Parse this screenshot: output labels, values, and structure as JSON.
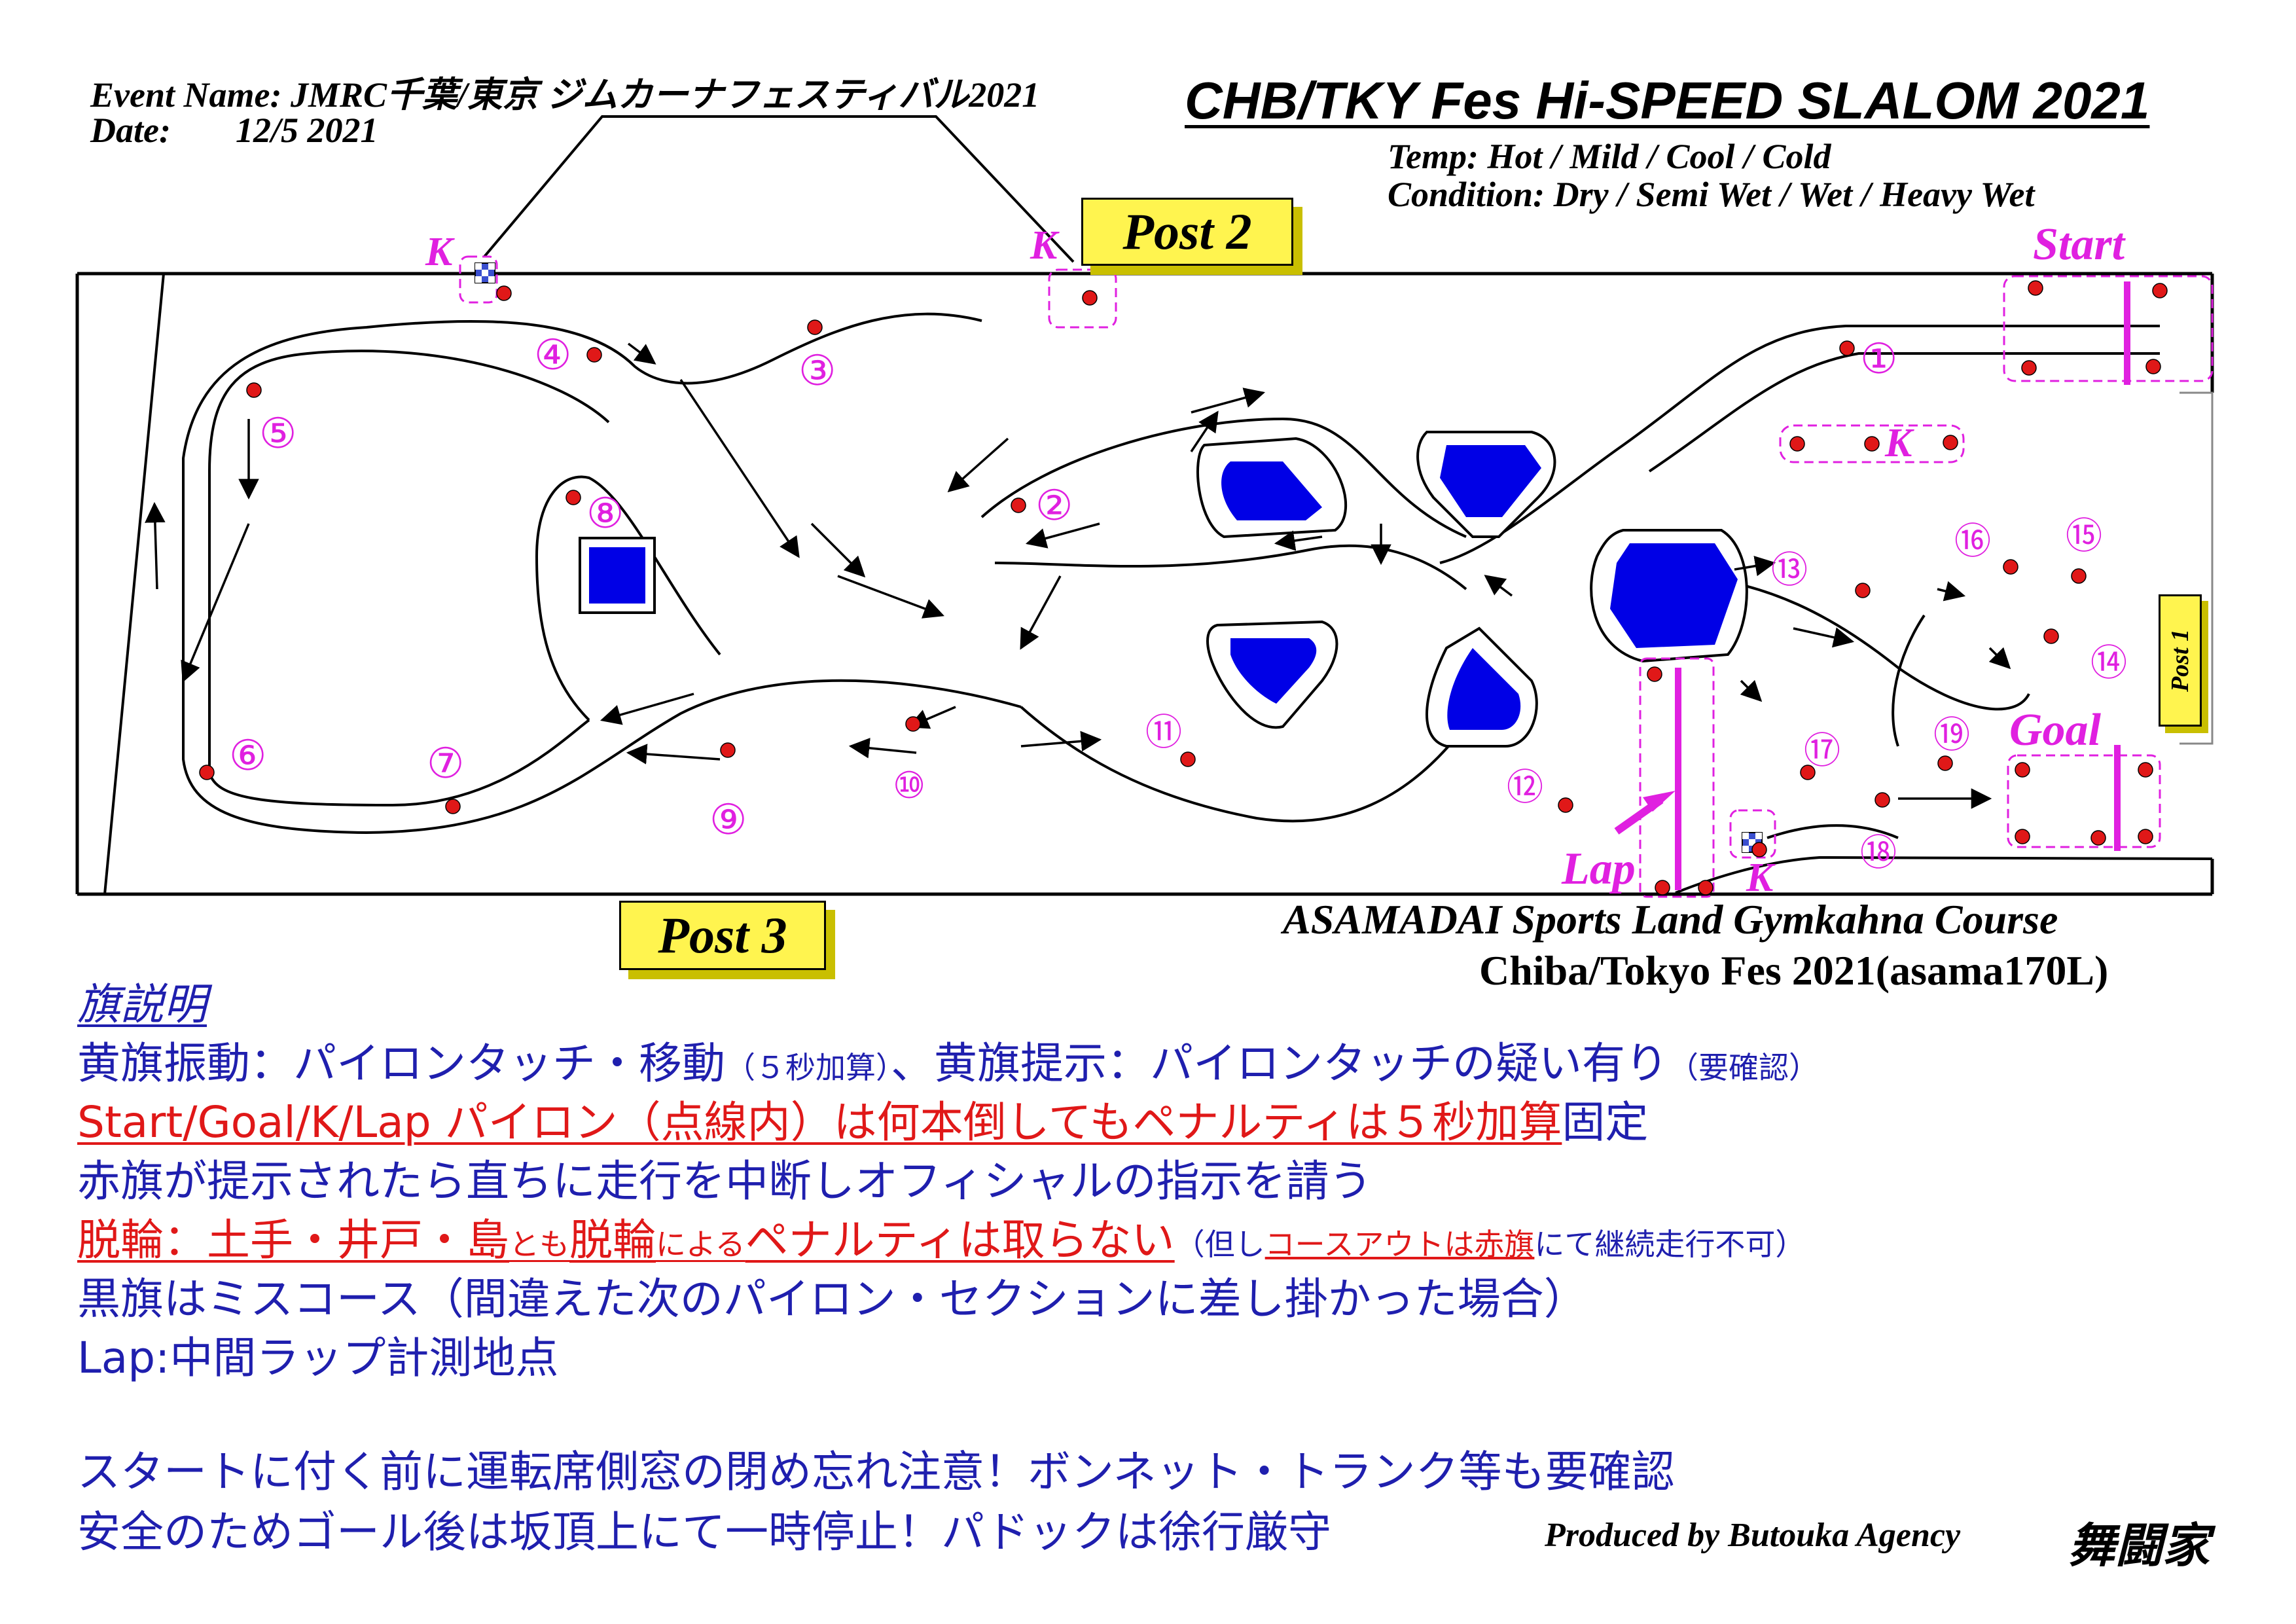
{
  "header": {
    "event_line": "Event Name: JMRC千葉/東京 ジムカーナフェスティバル2021",
    "date_label": "Date:",
    "date_value": "12/5  2021",
    "title": "CHB/TKY Fes Hi-SPEED SLALOM 2021",
    "temp": "Temp: Hot / Mild / Cool / Cold",
    "condition": "Condition: Dry / Semi Wet / Wet / Heavy Wet"
  },
  "course": {
    "post1": "Post 1",
    "post2": "Post 2",
    "post3": "Post 3",
    "start": "Start",
    "goal": "Goal",
    "lap": "Lap",
    "k_marker": "K",
    "pylon_numbers": [
      "①",
      "②",
      "③",
      "④",
      "⑤",
      "⑥",
      "⑦",
      "⑧",
      "⑨",
      "⑩",
      "⑪",
      "⑫",
      "⑬",
      "⑭",
      "⑮",
      "⑯",
      "⑰",
      "⑱",
      "⑲"
    ],
    "venue": "ASAMADAI Sports Land Gymkahna Course",
    "course_name": "Chiba/Tokyo Fes 2021(asama170L)",
    "colors": {
      "pylon": "#e01818",
      "label": "#e020e0",
      "island": "#0000e6",
      "post": "#fff44f"
    }
  },
  "notes": {
    "heading": "旗説明",
    "line1_main": "黄旗振動：パイロンタッチ・移動",
    "line1_small1": "（５秒加算）",
    "line1_mid": "、黄旗提示：パイロンタッチの疑い有り",
    "line1_small2": "（要確認）",
    "line2_red": "Start/Goal/K/Lap パイロン（点線内）は何本倒してもペナルティは５秒加算",
    "line2_tail": "固定",
    "line3": "赤旗が提示されたら直ちに走行を中断しオフィシャルの指示を請う",
    "line4_red1": "脱輪：土手・井戸・島",
    "line4_small1": "とも",
    "line4_red2": "脱輪",
    "line4_small2": "による",
    "line4_red3": "ペナルティは取らない",
    "line4_small3": "（但し",
    "line4_smallred": "コースアウトは赤旗",
    "line4_small4": "にて継続走行不可）",
    "line5": "黒旗はミスコース（間違えた次のパイロン・セクションに差し掛かった場合）",
    "line6": "Lap:中間ラップ計測地点",
    "line7": "スタートに付く前に運転席側窓の閉め忘れ注意！ボンネット・トランク等も要確認",
    "line8": "安全のためゴール後は坂頂上にて一時停止！パドックは徐行厳守"
  },
  "credits": {
    "producer": "Produced by Butouka Agency",
    "brand": "舞闘家"
  }
}
